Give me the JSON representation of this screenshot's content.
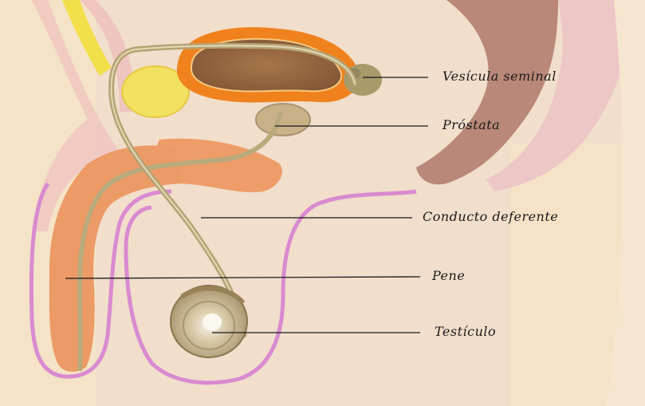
{
  "labels": {
    "vesicula": "Vesícula seminal",
    "prostata": "Próstata",
    "conducto": "Conducto deferente",
    "pene": "Pene",
    "testiculo": "Testículo"
  },
  "colors": {
    "background": "#f3e3cf",
    "bladder_rim": "#e8741c",
    "bladder_inner": "#9c6a3e",
    "vas_deferens": "#b9aa7c",
    "skin_outline": "#d889c8",
    "penile_tissue": "#e99a6a",
    "rectum": "#b07f6f",
    "yellow": "#f2e25a"
  },
  "icons": [
    "anatomy-illustration"
  ]
}
